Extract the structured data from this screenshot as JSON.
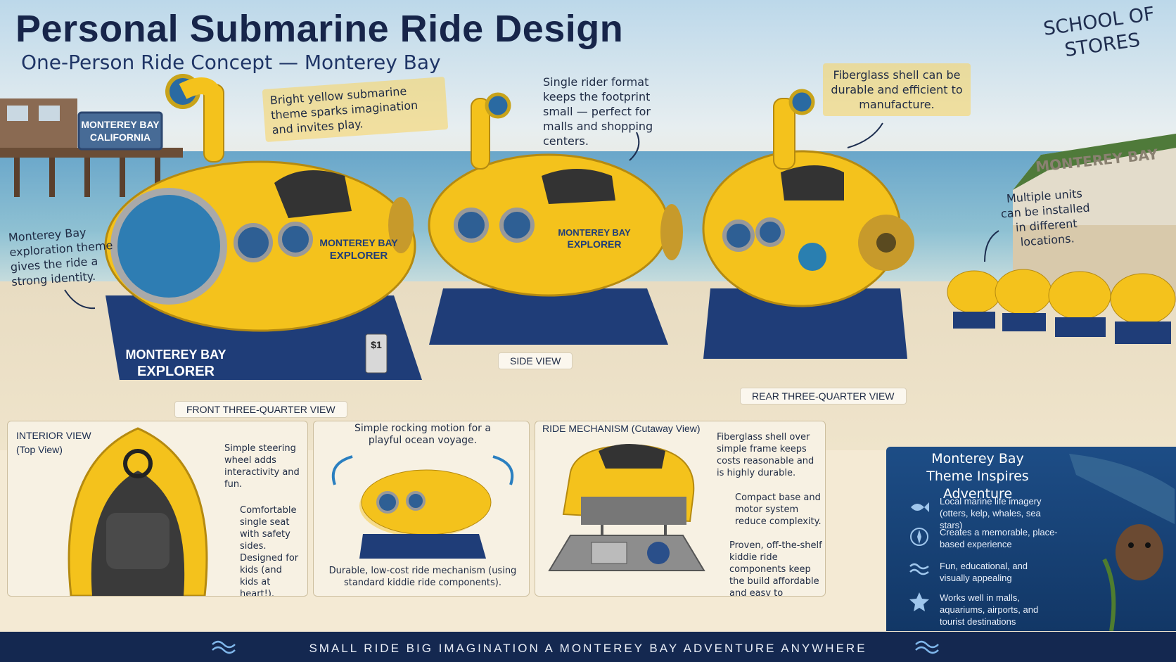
{
  "title": "Personal Submarine Ride Design",
  "subtitle": "One-Person Ride Concept — Monterey Bay",
  "brand": "SCHOOL OF STORES",
  "scene": {
    "pier_sign_line1": "MONTEREY BAY",
    "pier_sign_line2": "CALIFORNIA",
    "cliff_sign": "MONTEREY BAY"
  },
  "sub_decal_line1": "MONTEREY BAY",
  "sub_decal_line2": "EXPLORER",
  "coin_slot": "$1",
  "callouts": {
    "yellow_theme": "Bright yellow submarine theme sparks imagination and invites play.",
    "single_rider": "Single rider format keeps the footprint small — perfect for malls and shopping centers.",
    "fiberglass": "Fiberglass shell can be durable and efficient to manufacture.",
    "exploration": "Monterey Bay exploration theme gives the ride a strong identity.",
    "multiple_units": "Multiple units can be installed in different locations."
  },
  "view_labels": {
    "front": "FRONT THREE-QUARTER VIEW",
    "side": "SIDE VIEW",
    "rear": "REAR THREE-QUARTER VIEW"
  },
  "interior": {
    "heading_line1": "INTERIOR VIEW",
    "heading_line2": "(Top View)",
    "steering": "Simple steering wheel adds interactivity and fun.",
    "seat": "Comfortable single seat with safety sides. Designed for kids (and kids at heart!)."
  },
  "motion": {
    "heading": "Simple rocking motion for a playful ocean voyage.",
    "footer": "Durable, low-cost ride mechanism (using standard kiddie ride components)."
  },
  "mechanism": {
    "heading": "RIDE MECHANISM (Cutaway View)",
    "shell": "Fiberglass shell over simple frame keeps costs reasonable and is highly durable.",
    "base": "Compact base and motor system reduce complexity.",
    "components": "Proven, off-the-shelf kiddie ride components keep the build affordable and easy to maintain."
  },
  "info_panel": {
    "title": "Monterey Bay Theme Inspires Adventure",
    "items": [
      {
        "icon": "fish-icon",
        "text": "Local marine life imagery (otters, kelp, whales, sea stars)"
      },
      {
        "icon": "compass-icon",
        "text": "Creates a memorable, place-based experience"
      },
      {
        "icon": "waves-icon",
        "text": "Fun, educational, and visually appealing"
      },
      {
        "icon": "star-icon",
        "text": "Works well in malls, aquariums, airports, and tourist destinations"
      }
    ]
  },
  "footer": "SMALL RIDE  BIG IMAGINATION  A  MONTEREY BAY ADVENTURE ANYWHERE",
  "colors": {
    "sub_yellow": "#f4c21c",
    "base_navy": "#1f3d78",
    "ink": "#17254a",
    "footer_bg": "#142850"
  }
}
